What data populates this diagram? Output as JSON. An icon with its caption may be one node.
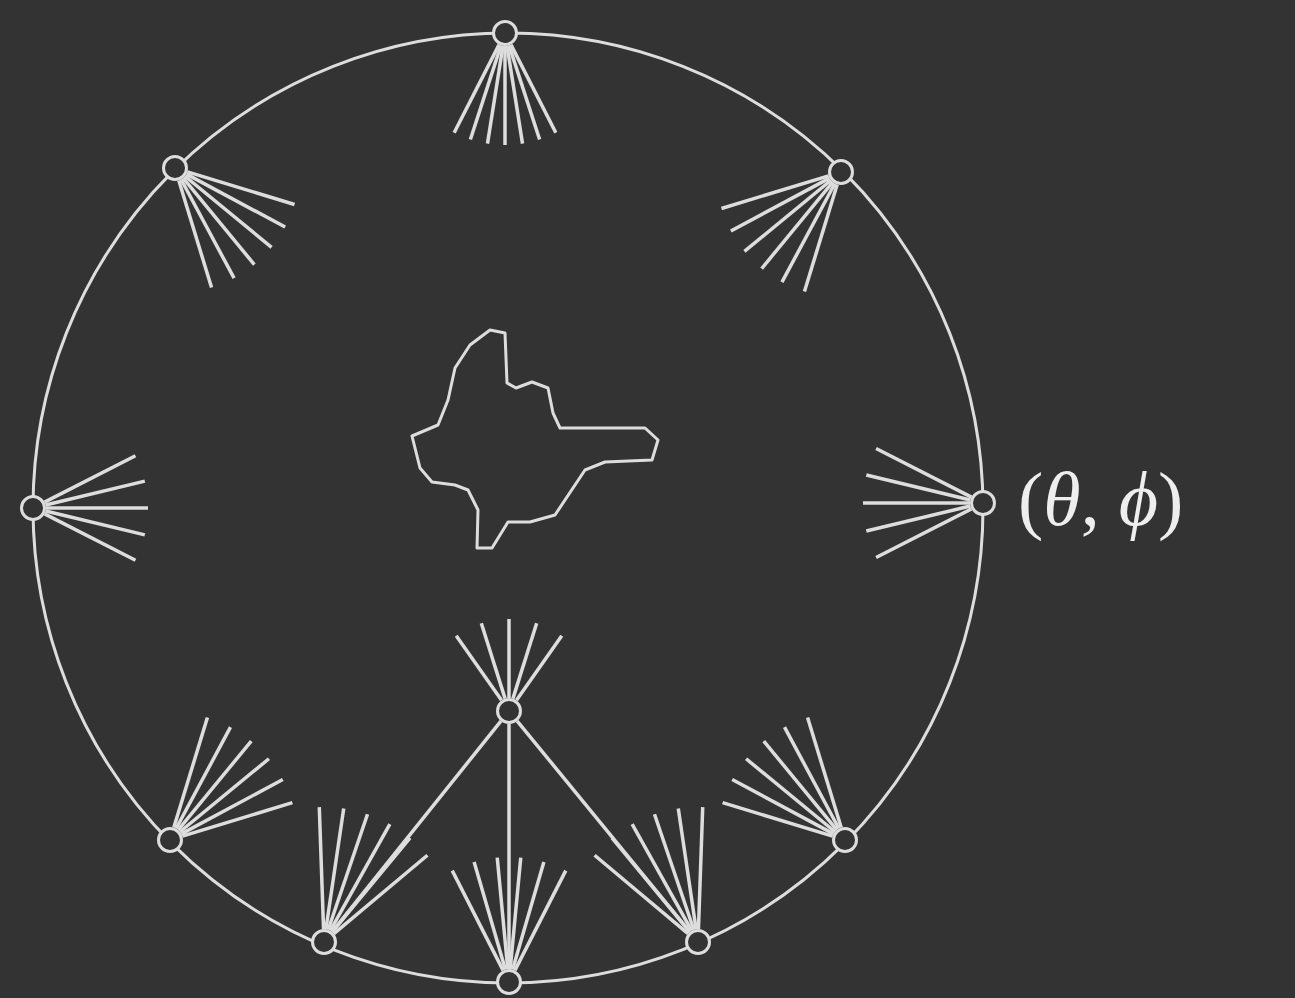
{
  "diagram": {
    "nodes": [
      {
        "text": [],
        "shape": "circle"
      },
      {
        "text": [],
        "shape": "circle"
      },
      {
        "text": [],
        "shape": "circle"
      },
      {
        "text": [],
        "shape": "circle"
      },
      {
        "text": [],
        "shape": "circle",
        "beside": [
          "(*θ*, *ϕ*)"
        ]
      },
      {
        "text": [],
        "shape": "circle"
      },
      {
        "text": [],
        "shape": "circle"
      },
      {
        "text": [],
        "shape": "circle"
      },
      {
        "text": [],
        "shape": "circle"
      },
      {
        "text": [],
        "shape": "circle"
      },
      {
        "text": [],
        "shape": "circle"
      }
    ],
    "edges": [
      {
        "from": 5,
        "to": 8,
        "arrow": "none"
      },
      {
        "from": 5,
        "to": 10,
        "arrow": "none"
      },
      {
        "from": 5,
        "to": 9,
        "arrow": "none"
      }
    ]
  }
}
